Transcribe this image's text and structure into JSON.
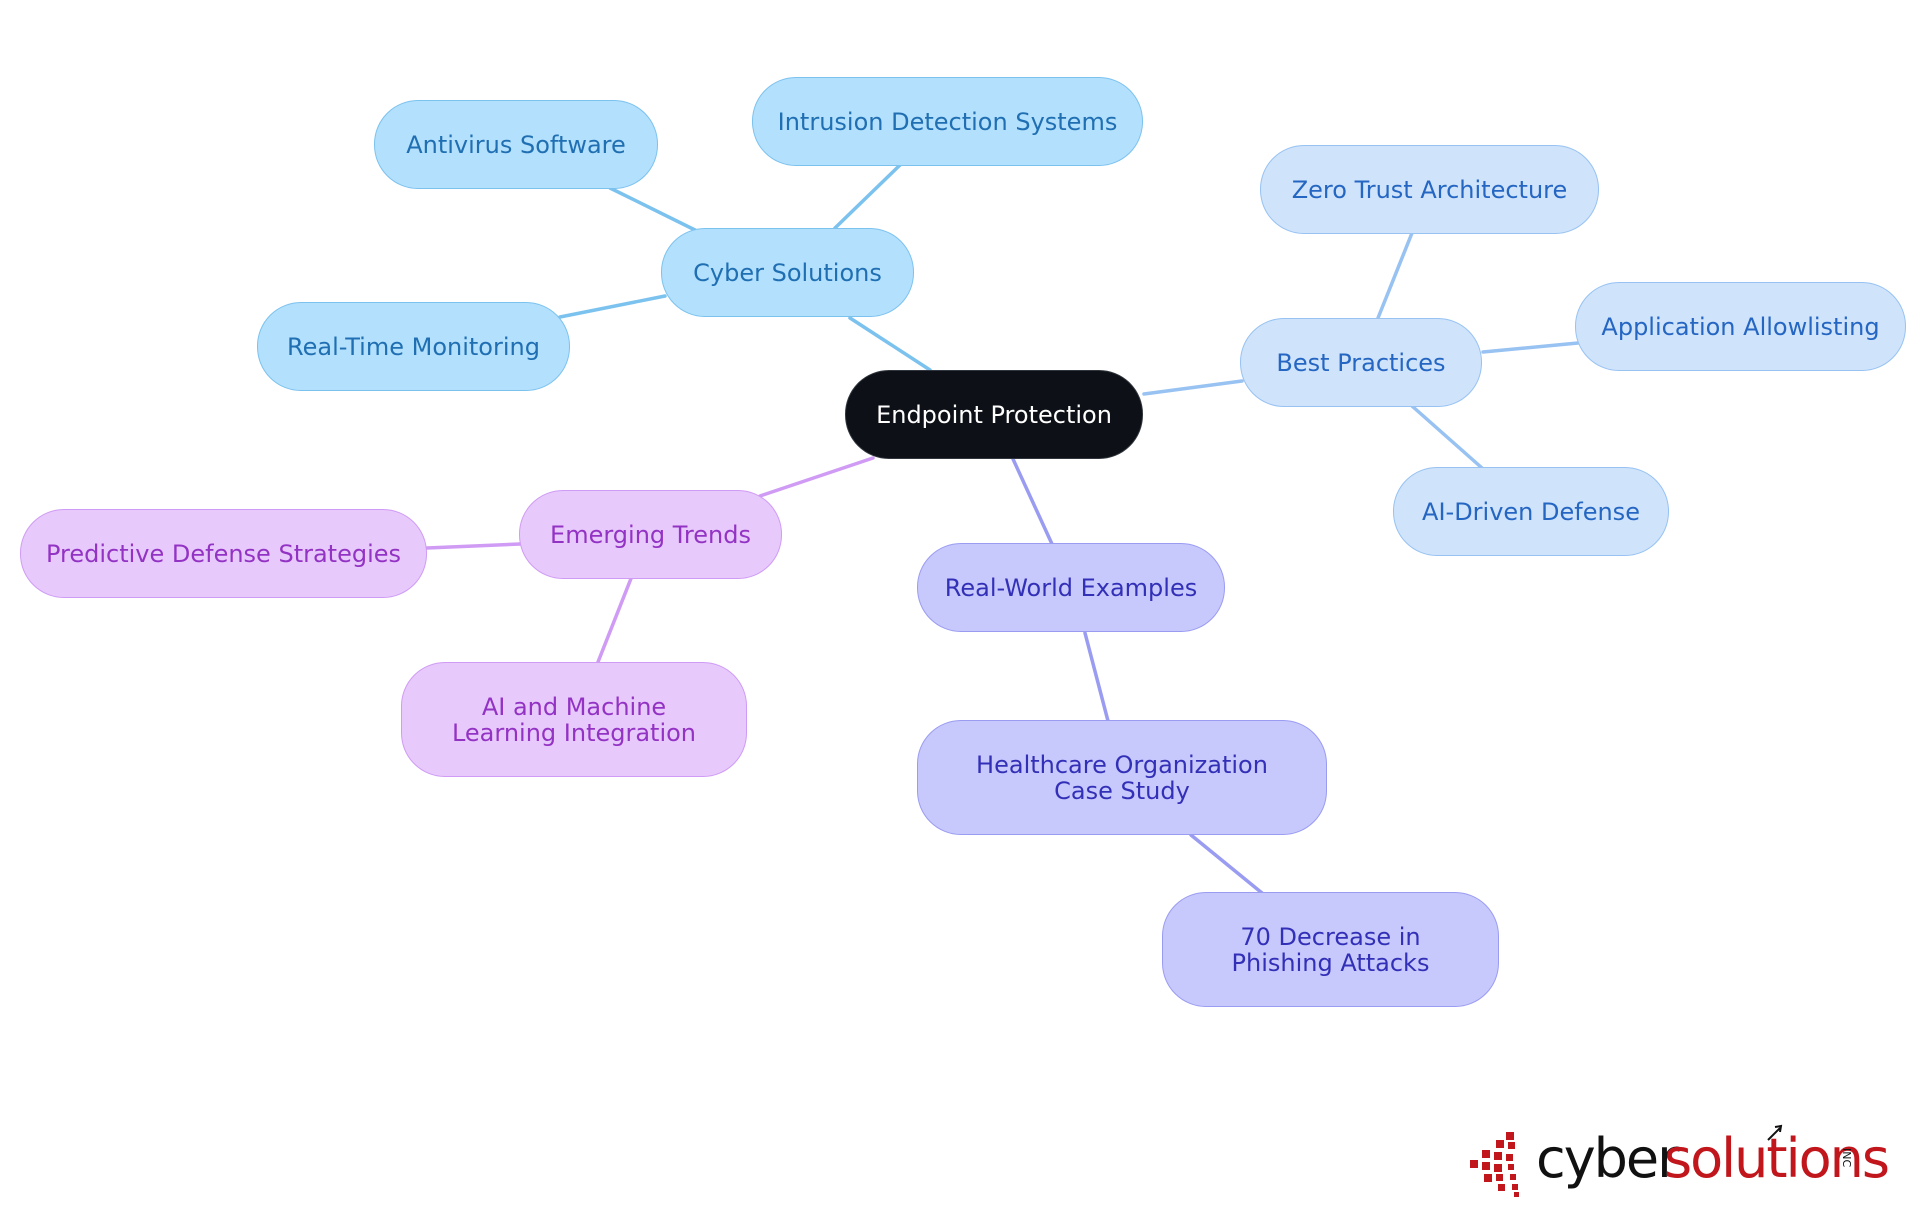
{
  "mindmap": {
    "root": "Endpoint Protection",
    "branches": [
      {
        "label": "Cyber Solutions",
        "children": [
          "Antivirus Software",
          "Intrusion Detection Systems",
          "Real-Time Monitoring"
        ]
      },
      {
        "label": "Best Practices",
        "children": [
          "Zero Trust Architecture",
          "Application Allowlisting",
          "AI-Driven Defense"
        ]
      },
      {
        "label": "Real-World Examples",
        "children": [
          "Healthcare Organization Case Study"
        ],
        "grandchild": "70 Decrease in Phishing Attacks"
      },
      {
        "label": "Emerging Trends",
        "children": [
          "Predictive Defense Strategies",
          "AI and Machine Learning Integration"
        ]
      }
    ],
    "colors": {
      "root": "#0d1117",
      "cyber_solutions": "#b3e0fd",
      "best_practices": "#cfe3fb",
      "real_world_examples": "#c7c8fb",
      "emerging_trends": "#e8c9fc"
    }
  },
  "logo": {
    "word1": "cyber",
    "word2": "solutions",
    "suffix": "INC",
    "icon": "red-pixel-mark-icon",
    "brand_color": "#c0161c"
  }
}
